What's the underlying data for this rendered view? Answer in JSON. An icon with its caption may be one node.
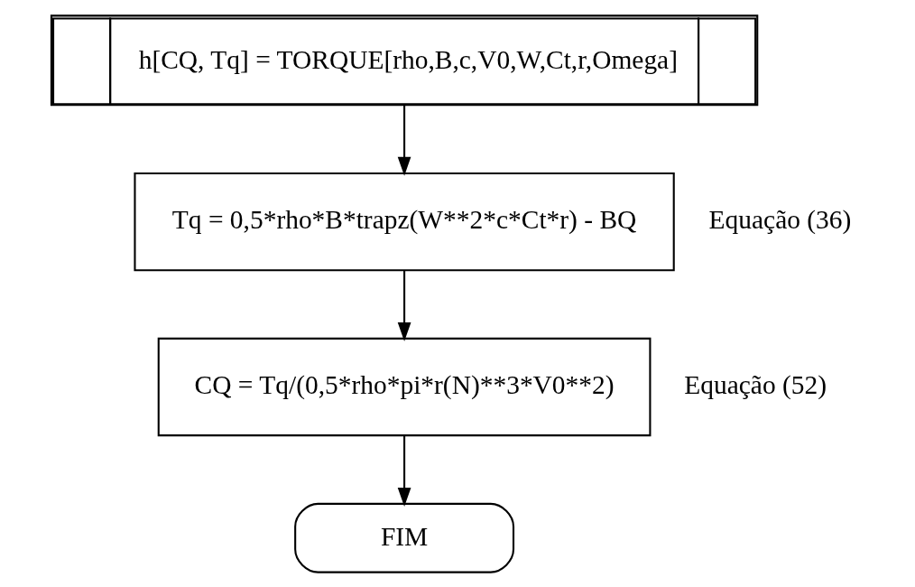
{
  "diagram": {
    "nodes": [
      {
        "text": [
          "h[CQ, Tq] = TORQUE[rho,B,c,V0,W,Ct,r,Omega]"
        ]
      },
      {
        "text": [
          "Tq = 0,5*rho*B*trapz(W**2*c*Ct*r) - BQ"
        ],
        "beside": [
          "Equação (36)"
        ]
      },
      {
        "text": [
          "CQ = Tq/(0,5*rho*pi*r(N)**3*V0**2)"
        ],
        "beside": [
          "Equação (52)"
        ]
      },
      {
        "text": [
          "FIM"
        ]
      }
    ],
    "edges": [
      {
        "from": 0,
        "to": 1,
        "arrow": "to"
      },
      {
        "from": 1,
        "to": 2,
        "arrow": "to"
      },
      {
        "from": 2,
        "to": 3,
        "arrow": "to"
      }
    ]
  }
}
